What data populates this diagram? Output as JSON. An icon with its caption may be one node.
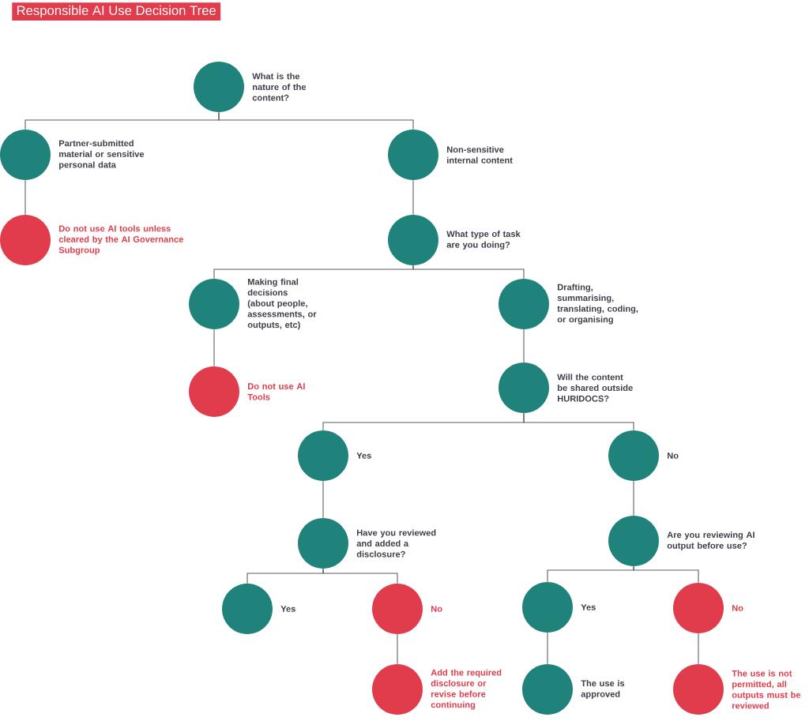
{
  "diagram": {
    "title": "Responsible AI Use Decision Tree",
    "nodes": [
      {
        "text": [],
        "shape": "circle",
        "beside": [
          "What is the nature of the content?"
        ]
      },
      {
        "text": [],
        "shape": "circle",
        "beside": [
          "Partner-submitted material or sensitive personal data"
        ]
      },
      {
        "text": [],
        "shape": "circle",
        "beside": [
          "Non-sensitive internal content"
        ]
      },
      {
        "text": [],
        "shape": "circle",
        "beside": [
          "Do not use AI tools unless cleared by the AI Governance Subgroup"
        ]
      },
      {
        "text": [],
        "shape": "circle",
        "beside": [
          "What type of task are you doing?"
        ]
      },
      {
        "text": [],
        "shape": "circle",
        "beside": [
          "Making final decisions (about people, assessments, or outputs, etc)"
        ]
      },
      {
        "text": [],
        "shape": "circle",
        "beside": [
          "Drafting, summarising, translating, coding, or organising"
        ]
      },
      {
        "text": [],
        "shape": "circle",
        "beside": [
          "Do not use AI Tools"
        ]
      },
      {
        "text": [],
        "shape": "circle",
        "beside": [
          "Will the content be shared outside HURIDOCS?"
        ]
      },
      {
        "text": [],
        "shape": "circle",
        "beside": [
          "Yes"
        ]
      },
      {
        "text": [],
        "shape": "circle",
        "beside": [
          "No"
        ]
      },
      {
        "text": [],
        "shape": "circle",
        "beside": [
          "Have you reviewed and added a disclosure?"
        ]
      },
      {
        "text": [],
        "shape": "circle",
        "beside": [
          "Are you reviewing AI output before use?"
        ]
      },
      {
        "text": [],
        "shape": "circle",
        "beside": [
          "Yes"
        ]
      },
      {
        "text": [],
        "shape": "circle",
        "beside": [
          "No"
        ]
      },
      {
        "text": [],
        "shape": "circle",
        "beside": [
          "Yes"
        ]
      },
      {
        "text": [],
        "shape": "circle",
        "beside": [
          "No"
        ]
      },
      {
        "text": [],
        "shape": "circle",
        "beside": [
          "Add the required disclosure or revise before continuing"
        ]
      },
      {
        "text": [],
        "shape": "circle",
        "beside": [
          "The use is approved"
        ]
      },
      {
        "text": [],
        "shape": "circle",
        "beside": [
          "The use is not permitted, all outputs must be reviewed"
        ]
      }
    ],
    "edges": [
      {
        "from": 0,
        "to": 1,
        "arrow": "none"
      },
      {
        "from": 0,
        "to": 2,
        "arrow": "none"
      },
      {
        "from": 1,
        "to": 3,
        "arrow": "none"
      },
      {
        "from": 2,
        "to": 4,
        "arrow": "none"
      },
      {
        "from": 4,
        "to": 5,
        "arrow": "none"
      },
      {
        "from": 4,
        "to": 6,
        "arrow": "none"
      },
      {
        "from": 5,
        "to": 7,
        "arrow": "none"
      },
      {
        "from": 6,
        "to": 8,
        "arrow": "none"
      },
      {
        "from": 8,
        "to": 9,
        "arrow": "none"
      },
      {
        "from": 8,
        "to": 10,
        "arrow": "none"
      },
      {
        "from": 9,
        "to": 11,
        "arrow": "none"
      },
      {
        "from": 10,
        "to": 12,
        "arrow": "none"
      },
      {
        "from": 11,
        "to": 13,
        "arrow": "none"
      },
      {
        "from": 11,
        "to": 14,
        "arrow": "none"
      },
      {
        "from": 12,
        "to": 15,
        "arrow": "none"
      },
      {
        "from": 12,
        "to": 16,
        "arrow": "none"
      },
      {
        "from": 14,
        "to": 17,
        "arrow": "none"
      },
      {
        "from": 15,
        "to": 18,
        "arrow": "none"
      },
      {
        "from": 16,
        "to": 19,
        "arrow": "none"
      }
    ]
  }
}
